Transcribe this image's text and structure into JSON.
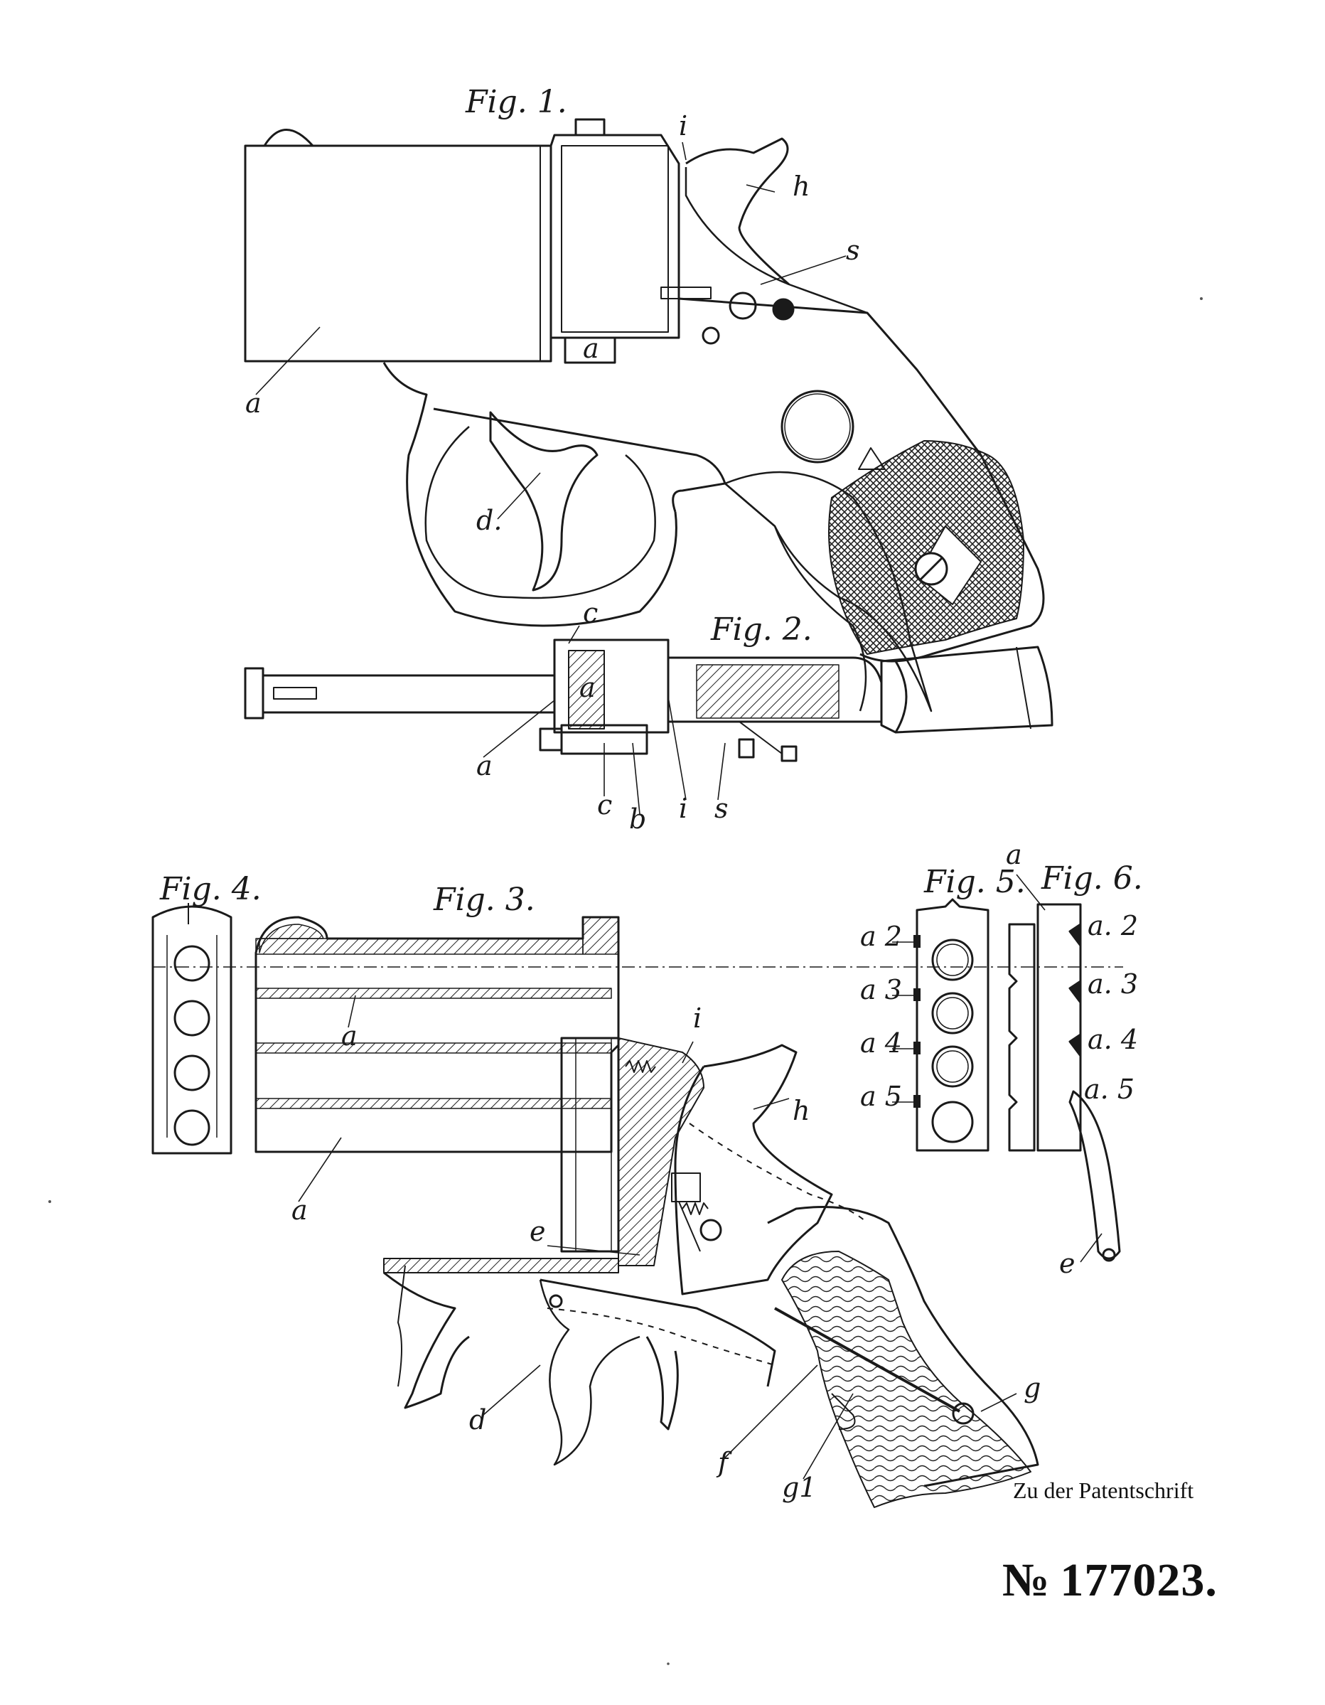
{
  "figures": {
    "fig1": "Fig. 1.",
    "fig2": "Fig. 2.",
    "fig3": "Fig. 3.",
    "fig4": "Fig. 4.",
    "fig5": "Fig. 5.",
    "fig6": "Fig. 6."
  },
  "references": {
    "fig1": {
      "a1": "a",
      "a2": "a",
      "i": "i",
      "h": "h",
      "s": "s",
      "d": "d."
    },
    "fig2": {
      "c1": "c",
      "a_block": "a",
      "a": "a",
      "c2": "c",
      "b": "b",
      "i": "i",
      "s": "s"
    },
    "fig3": {
      "i": "i",
      "a1": "a",
      "a2": "a",
      "h": "h",
      "e": "e",
      "d": "d",
      "f": "f",
      "g1": "g1",
      "g": "g"
    },
    "fig5": {
      "a2": "a 2",
      "a3": "a 3",
      "a4": "a 4",
      "a5": "a 5"
    },
    "fig6": {
      "a": "a",
      "a2": "a. 2",
      "a3": "a. 3",
      "a4": "a. 4",
      "a5": "a. 5",
      "e": "e"
    }
  },
  "caption": {
    "line": "Zu der Patentschrift",
    "number_sign": "№",
    "number": "177023."
  }
}
